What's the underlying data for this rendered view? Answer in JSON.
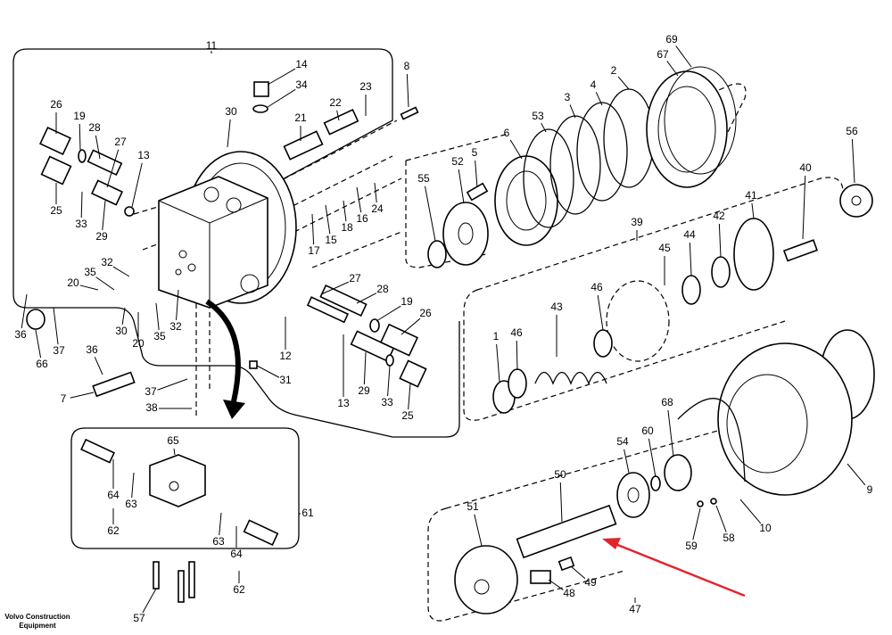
{
  "callouts": [
    "11",
    "14",
    "34",
    "8",
    "23",
    "22",
    "26",
    "19",
    "28",
    "30",
    "21",
    "27",
    "13",
    "2",
    "4",
    "3",
    "53",
    "6",
    "5",
    "52",
    "55",
    "67",
    "69",
    "56",
    "40",
    "41",
    "42",
    "44",
    "45",
    "39",
    "25",
    "33",
    "29",
    "17",
    "15",
    "18",
    "16",
    "24",
    "32",
    "35",
    "20",
    "36",
    "66",
    "37",
    "30",
    "20",
    "35",
    "32",
    "27",
    "28",
    "19",
    "26",
    "12",
    "13",
    "29",
    "33",
    "25",
    "31",
    "36",
    "37",
    "38",
    "7",
    "46",
    "43",
    "46",
    "1",
    "65",
    "61",
    "64",
    "63",
    "62",
    "63",
    "64",
    "62",
    "57",
    "68",
    "60",
    "54",
    "50",
    "51",
    "9",
    "10",
    "58",
    "59",
    "49",
    "48",
    "47"
  ],
  "credit": {
    "line1": "Volvo Construction",
    "line2": "Equipment"
  },
  "colors": {
    "ink": "#000000",
    "highlight_arrow": "#e0262b"
  }
}
